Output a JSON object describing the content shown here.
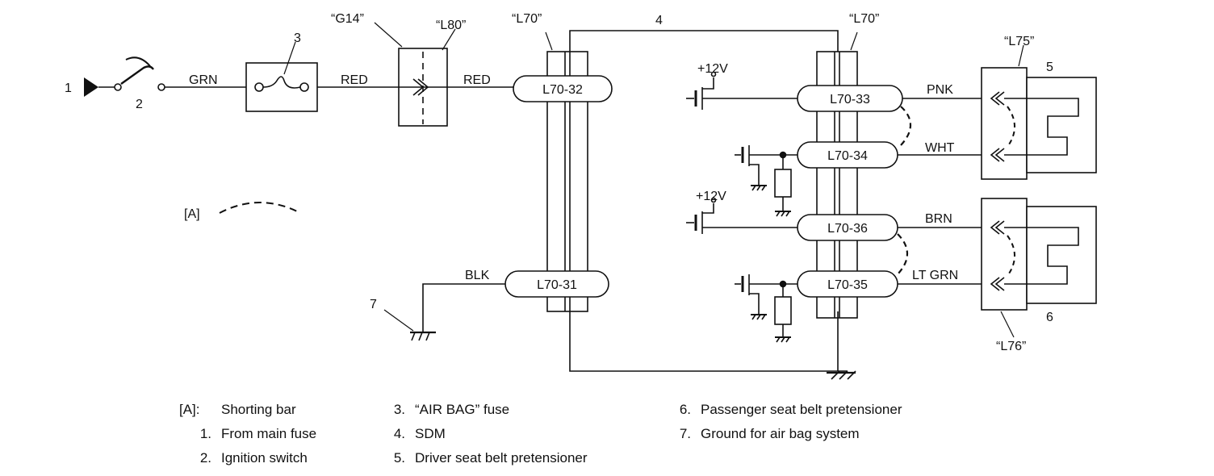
{
  "diagram": {
    "connectors": {
      "g14": "“G14”",
      "l80": "“L80”",
      "l70_left": "“L70”",
      "l70_right": "“L70”",
      "l75": "“L75”",
      "l76": "“L76”"
    },
    "pins": {
      "p32": "L70-32",
      "p31": "L70-31",
      "p33": "L70-33",
      "p34": "L70-34",
      "p36": "L70-36",
      "p35": "L70-35"
    },
    "wires": {
      "grn": "GRN",
      "red1": "RED",
      "red2": "RED",
      "blk": "BLK",
      "pnk": "PNK",
      "wht": "WHT",
      "brn": "BRN",
      "ltgrn": "LT GRN"
    },
    "voltage": {
      "v1": "+12V",
      "v2": "+12V"
    },
    "callouts": {
      "n1": "1",
      "n2": "2",
      "n3": "3",
      "n4": "4",
      "n5": "5",
      "n6": "6",
      "n7": "7"
    },
    "shorting_bar_key": "[A]"
  },
  "legend": [
    {
      "key": "[A]:",
      "text": "Shorting bar"
    },
    {
      "key": "1.",
      "text": "From main fuse"
    },
    {
      "key": "2.",
      "text": "Ignition switch"
    },
    {
      "key": "3.",
      "text": "“AIR BAG” fuse"
    },
    {
      "key": "4.",
      "text": "SDM"
    },
    {
      "key": "5.",
      "text": "Driver seat belt pretensioner"
    },
    {
      "key": "6.",
      "text": "Passenger seat belt pretensioner"
    },
    {
      "key": "7.",
      "text": "Ground for air bag system"
    }
  ]
}
